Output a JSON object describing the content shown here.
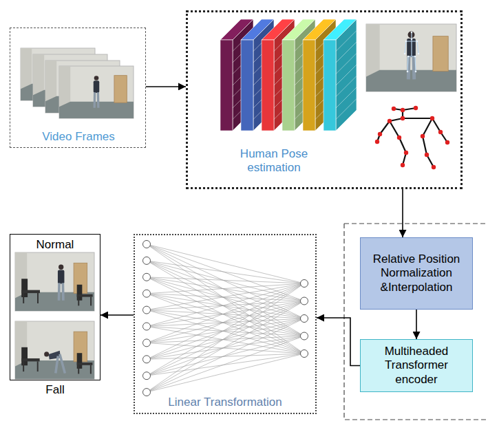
{
  "diagram": {
    "nodes": [
      {
        "text": [
          "Video Frames"
        ]
      },
      {
        "text": [
          "Human Pose estimation"
        ]
      },
      {
        "text": [
          "Relative Position Normalization &Interpolation"
        ]
      },
      {
        "text": [
          "Multiheaded Transformer encoder"
        ]
      },
      {
        "text": [
          "Linear Transformation"
        ]
      },
      {
        "text": [
          "Normal",
          "Fall"
        ]
      }
    ],
    "edges": [
      {
        "from": 0,
        "to": 1,
        "arrow": "to"
      },
      {
        "from": 1,
        "to": 2,
        "arrow": "to"
      },
      {
        "from": 2,
        "to": 3,
        "arrow": "to"
      },
      {
        "from": 3,
        "to": 4,
        "arrow": "to"
      },
      {
        "from": 4,
        "to": 5,
        "arrow": "to"
      }
    ]
  }
}
